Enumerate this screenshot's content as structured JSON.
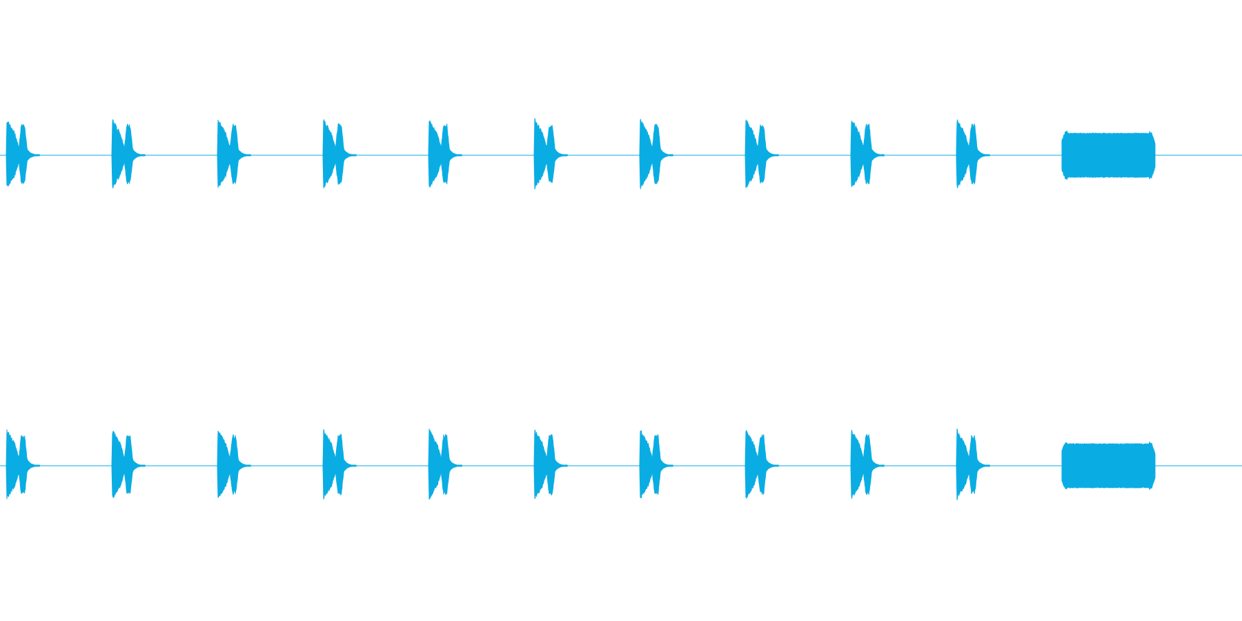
{
  "colors": {
    "background": "#ffffff",
    "waveform": "#0aade3"
  },
  "chart_data": {
    "type": "area",
    "title": "",
    "xlabel": "",
    "ylabel": "",
    "grid": false,
    "legend": "none",
    "channels": 2,
    "xlim": [
      0,
      1
    ],
    "ylim": [
      -1,
      1
    ],
    "series": [
      {
        "events": [
          {
            "kind": "beep",
            "start": 0.005,
            "end": 0.032,
            "peak": 0.95
          },
          {
            "kind": "beep",
            "start": 0.09,
            "end": 0.117,
            "peak": 0.95
          },
          {
            "kind": "beep",
            "start": 0.175,
            "end": 0.202,
            "peak": 0.95
          },
          {
            "kind": "beep",
            "start": 0.26,
            "end": 0.287,
            "peak": 0.95
          },
          {
            "kind": "beep",
            "start": 0.345,
            "end": 0.372,
            "peak": 0.95
          },
          {
            "kind": "beep",
            "start": 0.43,
            "end": 0.457,
            "peak": 0.95
          },
          {
            "kind": "beep",
            "start": 0.515,
            "end": 0.542,
            "peak": 0.95
          },
          {
            "kind": "beep",
            "start": 0.6,
            "end": 0.627,
            "peak": 0.95
          },
          {
            "kind": "beep",
            "start": 0.685,
            "end": 0.712,
            "peak": 0.95
          },
          {
            "kind": "beep",
            "start": 0.77,
            "end": 0.797,
            "peak": 0.95
          },
          {
            "kind": "tone",
            "start": 0.855,
            "end": 0.93,
            "peak": 0.62
          }
        ]
      },
      {
        "events": [
          {
            "kind": "beep",
            "start": 0.005,
            "end": 0.032,
            "peak": 0.95
          },
          {
            "kind": "beep",
            "start": 0.09,
            "end": 0.117,
            "peak": 0.95
          },
          {
            "kind": "beep",
            "start": 0.175,
            "end": 0.202,
            "peak": 0.95
          },
          {
            "kind": "beep",
            "start": 0.26,
            "end": 0.287,
            "peak": 0.95
          },
          {
            "kind": "beep",
            "start": 0.345,
            "end": 0.372,
            "peak": 0.95
          },
          {
            "kind": "beep",
            "start": 0.43,
            "end": 0.457,
            "peak": 0.95
          },
          {
            "kind": "beep",
            "start": 0.515,
            "end": 0.542,
            "peak": 0.95
          },
          {
            "kind": "beep",
            "start": 0.6,
            "end": 0.627,
            "peak": 0.95
          },
          {
            "kind": "beep",
            "start": 0.685,
            "end": 0.712,
            "peak": 0.95
          },
          {
            "kind": "beep",
            "start": 0.77,
            "end": 0.797,
            "peak": 0.95
          },
          {
            "kind": "tone",
            "start": 0.855,
            "end": 0.93,
            "peak": 0.62
          }
        ]
      }
    ]
  }
}
